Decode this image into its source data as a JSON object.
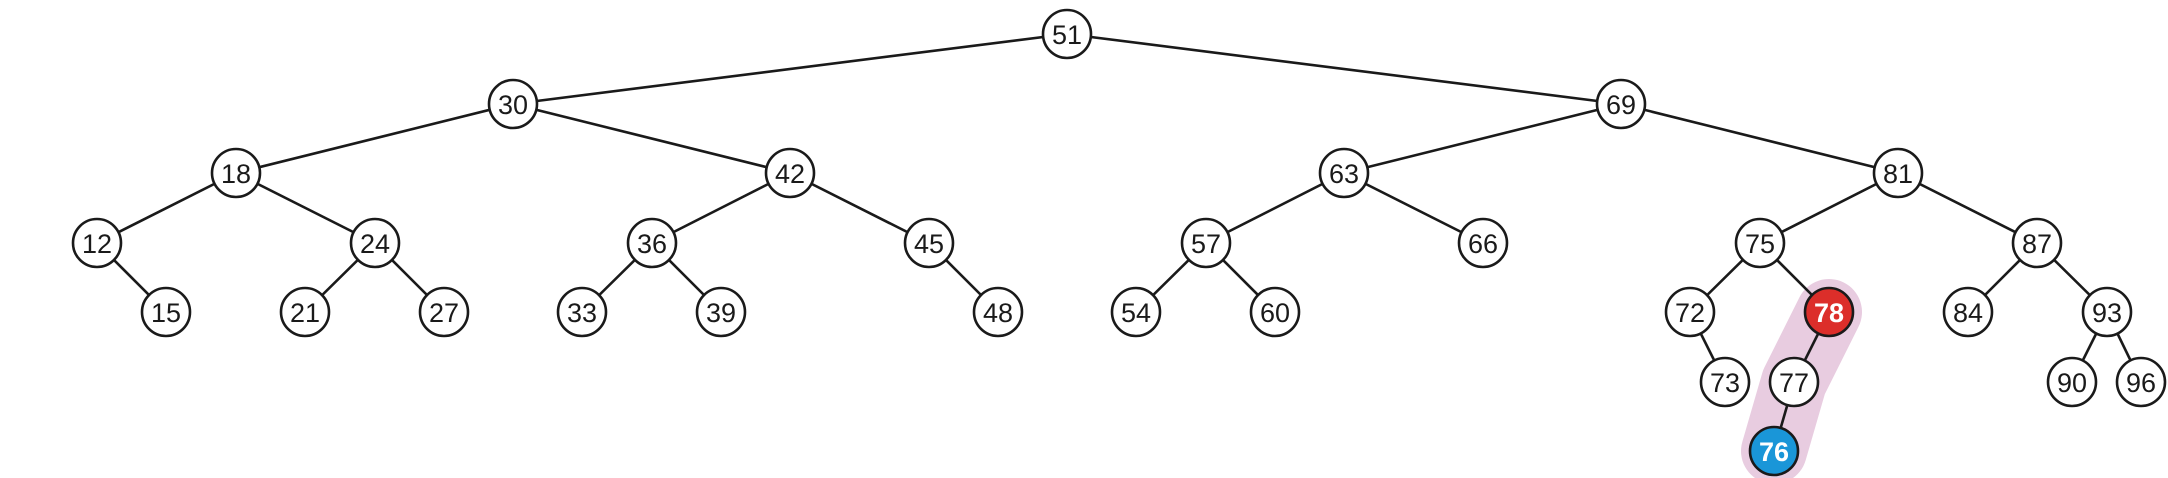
{
  "colors": {
    "node_fill": "#ffffff",
    "node_text": "#1a1a1a",
    "red_node": "#dc2e2a",
    "blue_node": "#1a96d8",
    "highlight_band": "#e8cce0",
    "edge": "#1a1a1a"
  },
  "tree": {
    "nodes": [
      {
        "id": "51",
        "label": "51",
        "depth": 0
      },
      {
        "id": "30",
        "label": "30",
        "depth": 1
      },
      {
        "id": "69",
        "label": "69",
        "depth": 1
      },
      {
        "id": "18",
        "label": "18",
        "depth": 2
      },
      {
        "id": "42",
        "label": "42",
        "depth": 2
      },
      {
        "id": "63",
        "label": "63",
        "depth": 2
      },
      {
        "id": "81",
        "label": "81",
        "depth": 2
      },
      {
        "id": "12",
        "label": "12",
        "depth": 3
      },
      {
        "id": "24",
        "label": "24",
        "depth": 3
      },
      {
        "id": "36",
        "label": "36",
        "depth": 3
      },
      {
        "id": "45",
        "label": "45",
        "depth": 3
      },
      {
        "id": "57",
        "label": "57",
        "depth": 3
      },
      {
        "id": "66",
        "label": "66",
        "depth": 3
      },
      {
        "id": "75",
        "label": "75",
        "depth": 3
      },
      {
        "id": "87",
        "label": "87",
        "depth": 3
      },
      {
        "id": "15",
        "label": "15",
        "depth": 4
      },
      {
        "id": "21",
        "label": "21",
        "depth": 4
      },
      {
        "id": "27",
        "label": "27",
        "depth": 4
      },
      {
        "id": "33",
        "label": "33",
        "depth": 4
      },
      {
        "id": "39",
        "label": "39",
        "depth": 4
      },
      {
        "id": "48",
        "label": "48",
        "depth": 4
      },
      {
        "id": "54",
        "label": "54",
        "depth": 4
      },
      {
        "id": "60",
        "label": "60",
        "depth": 4
      },
      {
        "id": "72",
        "label": "72",
        "depth": 4
      },
      {
        "id": "78",
        "label": "78",
        "depth": 4,
        "style": "red"
      },
      {
        "id": "84",
        "label": "84",
        "depth": 4
      },
      {
        "id": "93",
        "label": "93",
        "depth": 4
      },
      {
        "id": "73",
        "label": "73",
        "depth": 5
      },
      {
        "id": "77",
        "label": "77",
        "depth": 5
      },
      {
        "id": "90",
        "label": "90",
        "depth": 5
      },
      {
        "id": "96",
        "label": "96",
        "depth": 5
      },
      {
        "id": "76",
        "label": "76",
        "depth": 6,
        "style": "blue"
      }
    ],
    "edges": [
      [
        "51",
        "30"
      ],
      [
        "51",
        "69"
      ],
      [
        "30",
        "18"
      ],
      [
        "30",
        "42"
      ],
      [
        "69",
        "63"
      ],
      [
        "69",
        "81"
      ],
      [
        "18",
        "12"
      ],
      [
        "18",
        "24"
      ],
      [
        "42",
        "36"
      ],
      [
        "42",
        "45"
      ],
      [
        "63",
        "57"
      ],
      [
        "63",
        "66"
      ],
      [
        "81",
        "75"
      ],
      [
        "81",
        "87"
      ],
      [
        "12",
        "15"
      ],
      [
        "24",
        "21"
      ],
      [
        "24",
        "27"
      ],
      [
        "36",
        "33"
      ],
      [
        "36",
        "39"
      ],
      [
        "45",
        "48"
      ],
      [
        "57",
        "54"
      ],
      [
        "57",
        "60"
      ],
      [
        "75",
        "72"
      ],
      [
        "75",
        "78"
      ],
      [
        "87",
        "84"
      ],
      [
        "87",
        "93"
      ],
      [
        "72",
        "73"
      ],
      [
        "78",
        "77"
      ],
      [
        "93",
        "90"
      ],
      [
        "93",
        "96"
      ],
      [
        "77",
        "76"
      ]
    ],
    "highlighted_path": [
      "78",
      "77",
      "76"
    ]
  }
}
